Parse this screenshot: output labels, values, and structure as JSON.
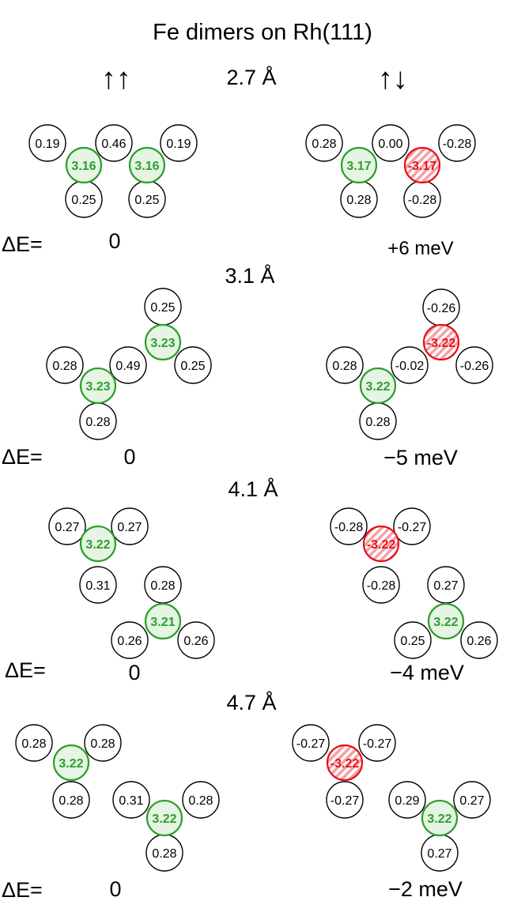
{
  "title": "Fe dimers on Rh(111)",
  "colors": {
    "fe_up": "#2ca02c",
    "fe_up_fill": "#e6f4e4",
    "fe_down": "#e8101c",
    "rh_stroke": "#000000"
  },
  "spin_labels": {
    "parallel": "↑↑",
    "antiparallel": "↑↓"
  },
  "delta_label": "ΔE=",
  "panels": [
    {
      "distance": "2.7 Å",
      "parallel_energy": "0",
      "antiparallel_energy": "+6 meV",
      "parallel_atoms": [
        {
          "kind": "rh",
          "v": "0.19"
        },
        {
          "kind": "rh",
          "v": "0.46"
        },
        {
          "kind": "rh",
          "v": "0.19"
        },
        {
          "kind": "rh",
          "v": "0.25"
        },
        {
          "kind": "rh",
          "v": "0.25"
        },
        {
          "kind": "fe_up",
          "v": "3.16"
        },
        {
          "kind": "fe_up",
          "v": "3.16"
        }
      ],
      "antiparallel_atoms": [
        {
          "kind": "rh",
          "v": "0.28"
        },
        {
          "kind": "rh",
          "v": "0.00"
        },
        {
          "kind": "rh",
          "v": "-0.28"
        },
        {
          "kind": "rh",
          "v": "0.28"
        },
        {
          "kind": "rh",
          "v": "-0.28"
        },
        {
          "kind": "fe_up",
          "v": "3.17"
        },
        {
          "kind": "fe_down",
          "v": "-3.17"
        }
      ]
    },
    {
      "distance": "3.1  Å",
      "parallel_energy": "0",
      "antiparallel_energy": "−5 meV",
      "parallel_atoms": [
        {
          "kind": "rh",
          "v": "0.25"
        },
        {
          "kind": "rh",
          "v": "0.28"
        },
        {
          "kind": "rh",
          "v": "0.49"
        },
        {
          "kind": "rh",
          "v": "0.25"
        },
        {
          "kind": "rh",
          "v": "0.28"
        },
        {
          "kind": "fe_up",
          "v": "3.23"
        },
        {
          "kind": "fe_up",
          "v": "3.23"
        }
      ],
      "antiparallel_atoms": [
        {
          "kind": "rh",
          "v": "-0.26"
        },
        {
          "kind": "rh",
          "v": "0.28"
        },
        {
          "kind": "rh",
          "v": "-0.02"
        },
        {
          "kind": "rh",
          "v": "-0.26"
        },
        {
          "kind": "rh",
          "v": "0.28"
        },
        {
          "kind": "fe_down",
          "v": "-3.22"
        },
        {
          "kind": "fe_up",
          "v": "3.22"
        }
      ]
    },
    {
      "distance": "4.1  Å",
      "parallel_energy": "0",
      "antiparallel_energy": "−4 meV",
      "parallel_atoms": [
        {
          "kind": "rh",
          "v": "0.27"
        },
        {
          "kind": "rh",
          "v": "0.27"
        },
        {
          "kind": "rh",
          "v": "0.31"
        },
        {
          "kind": "rh",
          "v": "0.28"
        },
        {
          "kind": "rh",
          "v": "0.26"
        },
        {
          "kind": "rh",
          "v": "0.26"
        },
        {
          "kind": "fe_up",
          "v": "3.22"
        },
        {
          "kind": "fe_up",
          "v": "3.21"
        }
      ],
      "antiparallel_atoms": [
        {
          "kind": "rh",
          "v": "-0.28"
        },
        {
          "kind": "rh",
          "v": "-0.27"
        },
        {
          "kind": "rh",
          "v": "-0.28"
        },
        {
          "kind": "rh",
          "v": "0.27"
        },
        {
          "kind": "rh",
          "v": "0.25"
        },
        {
          "kind": "rh",
          "v": "0.26"
        },
        {
          "kind": "fe_down",
          "v": "-3.22"
        },
        {
          "kind": "fe_up",
          "v": "3.22"
        }
      ]
    },
    {
      "distance": "4.7 Å",
      "parallel_energy": "0",
      "antiparallel_energy": "−2 meV",
      "parallel_atoms": [
        {
          "kind": "rh",
          "v": "0.28"
        },
        {
          "kind": "rh",
          "v": "0.28"
        },
        {
          "kind": "rh",
          "v": "0.28"
        },
        {
          "kind": "rh",
          "v": "0.31"
        },
        {
          "kind": "rh",
          "v": "0.28"
        },
        {
          "kind": "rh",
          "v": "0.28"
        },
        {
          "kind": "fe_up",
          "v": "3.22"
        },
        {
          "kind": "fe_up",
          "v": "3.22"
        }
      ],
      "antiparallel_atoms": [
        {
          "kind": "rh",
          "v": "-0.27"
        },
        {
          "kind": "rh",
          "v": "-0.27"
        },
        {
          "kind": "rh",
          "v": "-0.27"
        },
        {
          "kind": "rh",
          "v": "0.29"
        },
        {
          "kind": "rh",
          "v": "0.27"
        },
        {
          "kind": "rh",
          "v": "0.27"
        },
        {
          "kind": "fe_down",
          "v": "-3.22"
        },
        {
          "kind": "fe_up",
          "v": "3.22"
        }
      ]
    }
  ]
}
